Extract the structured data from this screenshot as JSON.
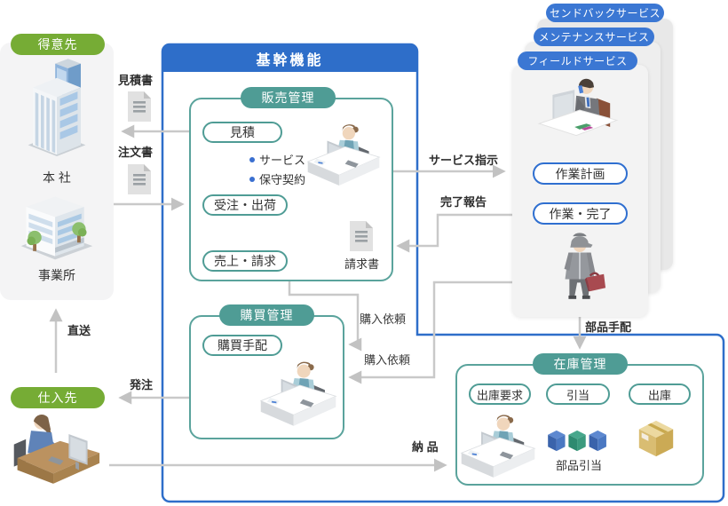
{
  "colors": {
    "accent_green": "#76ac35",
    "core_blue": "#2e6ec9",
    "service_pill_blue": "#3b77d3",
    "accent_teal": "#4f9c95",
    "connector_gray": "#c9c9c9"
  },
  "customer_zone": {
    "label": "得意先",
    "headquarters_label": "本 社",
    "branch_label": "事業所"
  },
  "supplier_zone": {
    "label": "仕入先"
  },
  "core": {
    "title": "基幹機能"
  },
  "sales": {
    "title": "販売管理",
    "steps": [
      "見積",
      "受注・出荷",
      "売上・請求"
    ],
    "bullets": [
      "サービス",
      "保守契約"
    ],
    "invoice_caption": "請求書"
  },
  "purchasing": {
    "title": "購買管理",
    "step": "購買手配"
  },
  "inventory": {
    "title": "在庫管理",
    "steps": [
      "出庫要求",
      "引当",
      "出庫"
    ],
    "parts_caption": "部品引当"
  },
  "field_service": {
    "panels": [
      "センドバックサービス",
      "メンテナンスサービス",
      "フィールドサービス"
    ],
    "steps": [
      "作業計画",
      "作業・完了"
    ]
  },
  "flows": {
    "quotation_doc": "見積書",
    "order_doc": "注文書",
    "service_instruction": "サービス指示",
    "completion_report": "完了報告",
    "purchase_request_a": "購入依頼",
    "purchase_request_b": "購入依頼",
    "parts_arrangement": "部品手配",
    "direct_shipment": "直送",
    "place_order": "発注",
    "delivery": "納 品"
  }
}
